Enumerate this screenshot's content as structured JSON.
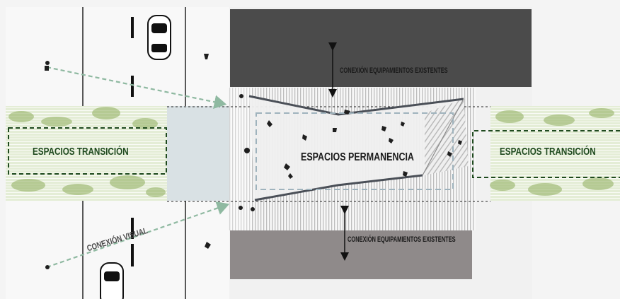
{
  "labels": {
    "transition_left": "ESPACIOS TRANSICIÓN",
    "transition_right": "ESPACIOS TRANSICIÓN",
    "permanence": "ESPACIOS PERMANENCIA",
    "connection_top": "CONEXIÓN EQUIPAMIENTOS EXISTENTES",
    "connection_bottom": "CONEXIÓN EQUIPAMIENTOS EXISTENTES",
    "visual_connection": "CONEXIÓN VISUAL"
  },
  "colors": {
    "block_top": "#4b4b4b",
    "block_bottom": "#8f8a8a",
    "green_band": "#e2ecd2",
    "vegetation": "#8fae5e",
    "frame_dark_green": "#1f4a1f",
    "visual_arrow": "#8fb9a1",
    "plaza_outline": "#9fb3bd",
    "canopy_edge": "#4a4f57"
  },
  "icons": [
    "car-icon",
    "pedestrian-icon",
    "double-arrow-icon"
  ]
}
